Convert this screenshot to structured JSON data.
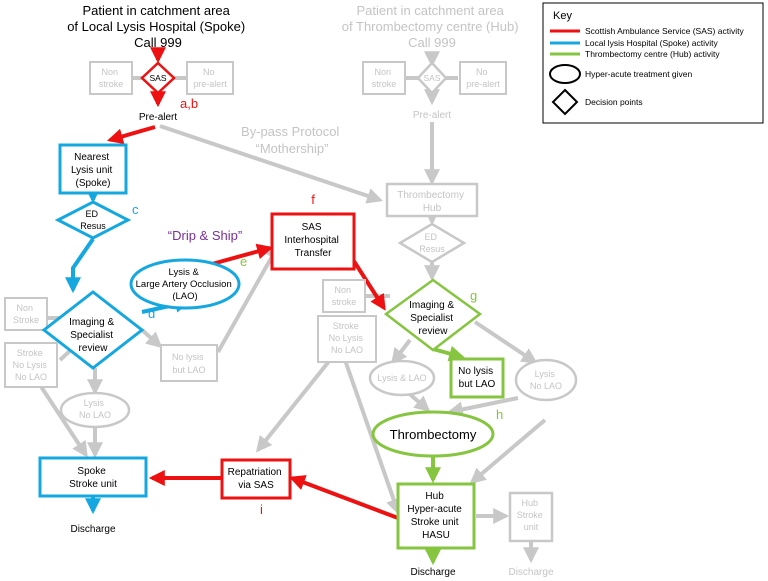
{
  "colors": {
    "sas": "#ee1111",
    "spoke": "#15a8e0",
    "hub": "#86c540",
    "grey": "#c8c8c8",
    "text": "#000000",
    "grey_text": "#c4c4c4",
    "drip_ship": "#7a2f9e"
  },
  "key": {
    "title": "Key",
    "items": [
      "Scottish Ambulance Service (SAS) activity",
      "Local lysis Hospital (Spoke) activity",
      "Thrombectomy centre (Hub) activity",
      "Hyper-acute treatment given",
      "Decision points"
    ]
  },
  "spoke": {
    "header": [
      "Patient in catchment area",
      "of Local Lysis Hospital (Spoke)",
      "Call 999"
    ],
    "non_stroke_side": [
      "Non",
      "stroke"
    ],
    "no_prealert_side": [
      "No",
      "pre-alert"
    ],
    "sas": "SAS",
    "prealert": "Pre-alert",
    "nearest": [
      "Nearest",
      "Lysis unit",
      "(Spoke)"
    ],
    "ed_resus": [
      "ED",
      "Resus"
    ],
    "imaging": [
      "Imaging &",
      "Specialist",
      "review"
    ],
    "non_stroke": [
      "Non",
      "Stroke"
    ],
    "stroke_no_lysis": [
      "Stroke",
      "No Lysis",
      "No LAO"
    ],
    "lysis_lao": [
      "Lysis &",
      "Large Artery Occlusion",
      "(LAO)"
    ],
    "no_lysis_lao": [
      "No lysis",
      "but LAO"
    ],
    "lysis_no_lao": [
      "Lysis",
      "No LAO"
    ],
    "stroke_unit": [
      "Spoke",
      "Stroke unit"
    ],
    "discharge": "Discharge"
  },
  "hub": {
    "header": [
      "Patient in catchment area",
      "of Thrombectomy centre (Hub)",
      "Call 999"
    ],
    "non_stroke_side": [
      "Non",
      "stroke"
    ],
    "no_prealert_side": [
      "No",
      "pre-alert"
    ],
    "sas": "SAS",
    "prealert": "Pre-alert",
    "thrombectomy_hub": [
      "Thrombectomy",
      "Hub"
    ],
    "ed_resus": [
      "ED",
      "Resus"
    ],
    "non_stroke": [
      "Non",
      "stroke"
    ],
    "stroke_no_lysis": [
      "Stroke",
      "No Lysis",
      "No LAO"
    ],
    "imaging": [
      "Imaging &",
      "Specialist",
      "review"
    ],
    "lysis_lao": "Lysis & LAO",
    "no_lysis_lao": [
      "No lysis",
      "but LAO"
    ],
    "lysis_no_lao": [
      "Lysis",
      "No LAO"
    ],
    "thrombectomy": "Thrombectomy",
    "hasu": [
      "Hub",
      "Hyper-acute",
      "Stroke unit",
      "HASU"
    ],
    "hub_stroke_unit": [
      "Hub",
      "Stroke",
      "unit"
    ],
    "discharge": "Discharge"
  },
  "bypass": [
    "By-pass Protocol",
    "“Mothership”"
  ],
  "drip_ship": "“Drip & Ship”",
  "sas_transfer": [
    "SAS",
    "Interhospital",
    "Transfer"
  ],
  "repatriation": [
    "Repatriation",
    "via SAS"
  ],
  "step_letters": {
    "ab": "a,b",
    "c": "c",
    "d": "d",
    "e": "e",
    "f": "f",
    "g": "g",
    "h": "h",
    "i": "i"
  }
}
